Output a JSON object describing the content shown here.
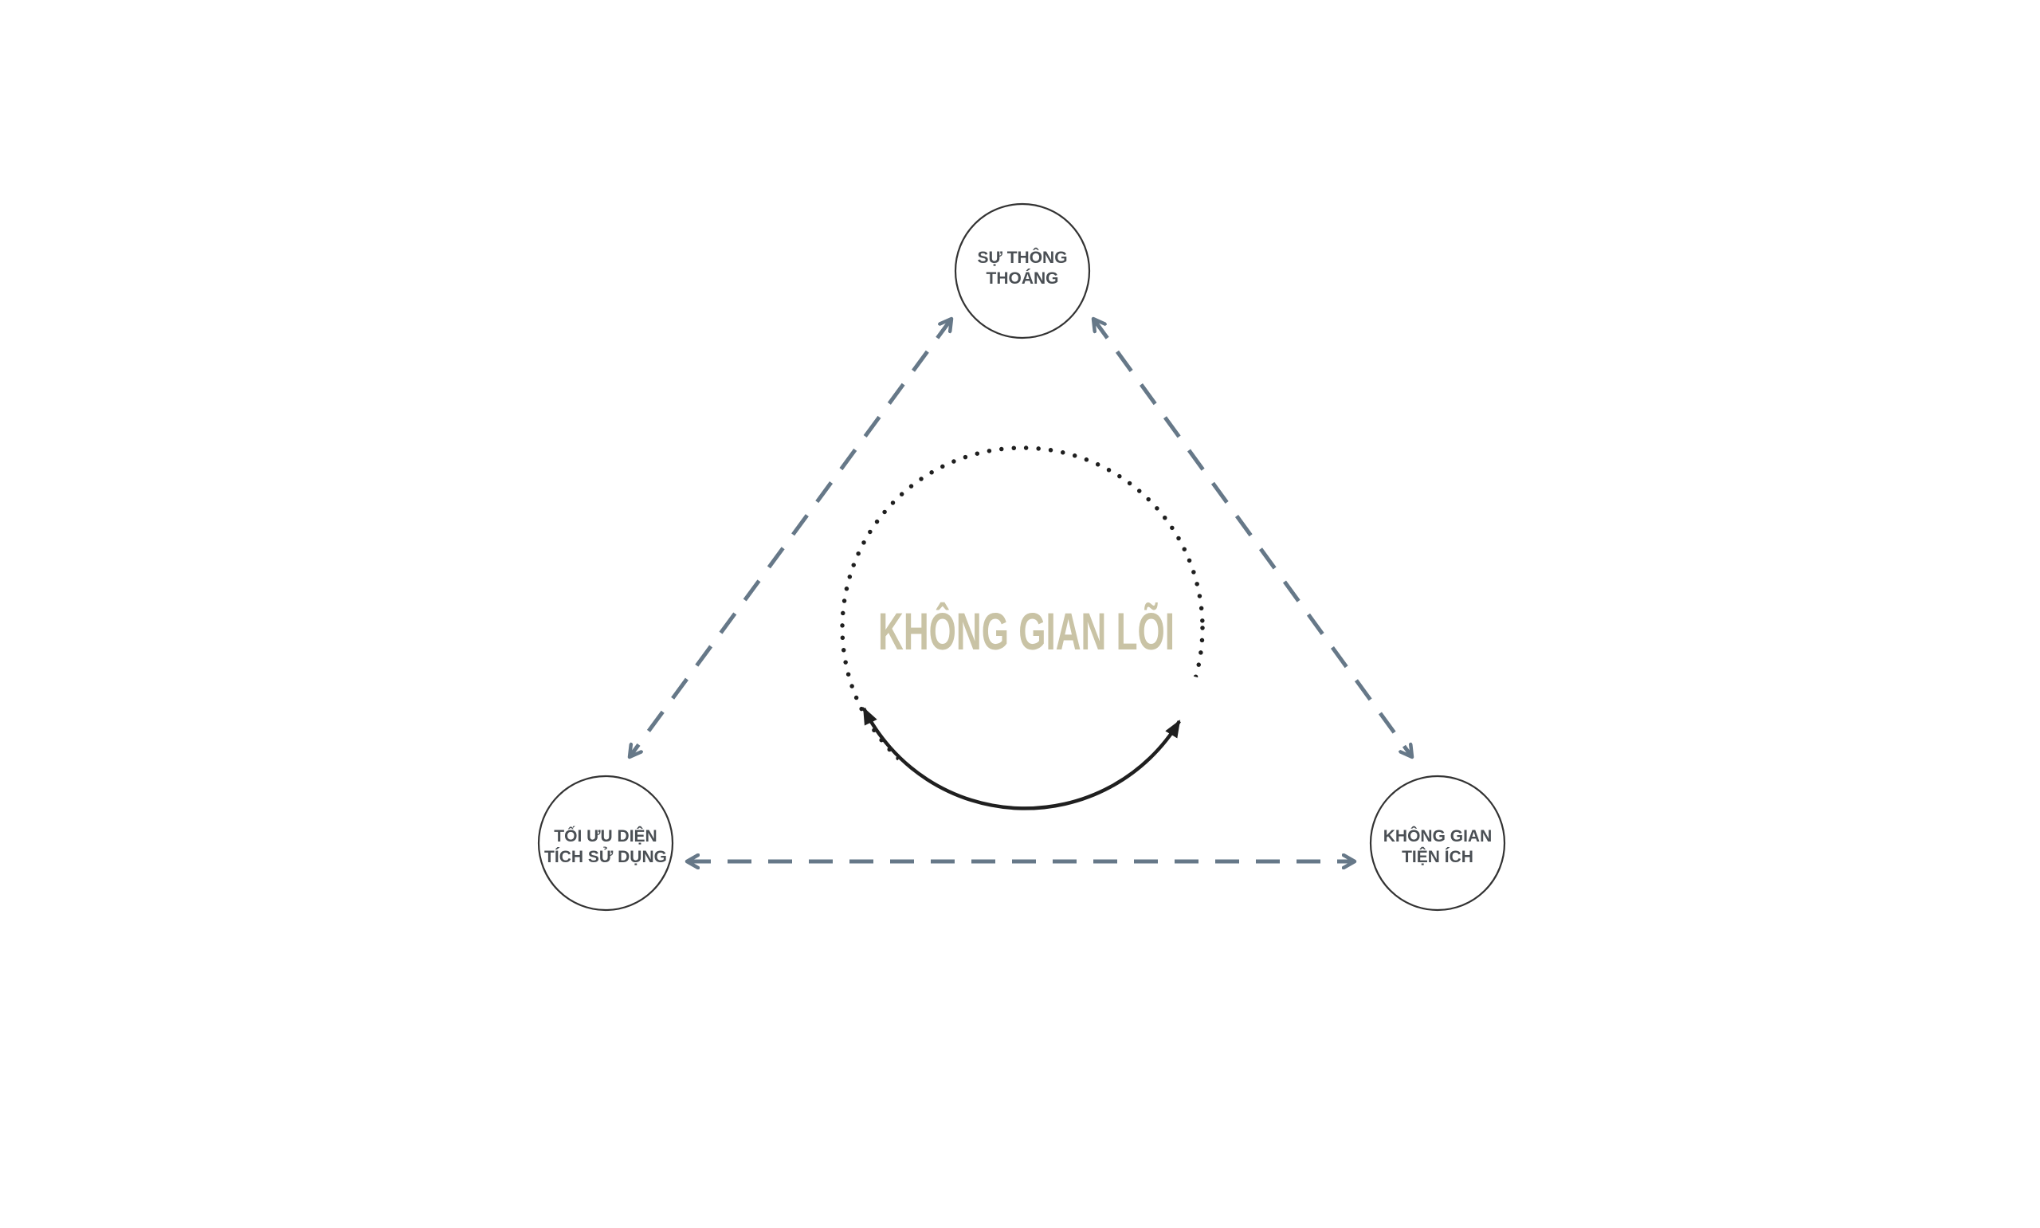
{
  "colors": {
    "background": "#ffffff",
    "node_stroke": "#333333",
    "node_text": "#4a4f54",
    "connector": "#667888",
    "core_text": "#c9c3a5",
    "dotted_ring": "#1f1f1f",
    "cycle_arrow": "#1f1f1f"
  },
  "nodes": {
    "top": {
      "line1": "SỰ THÔNG",
      "line2": "THOÁNG"
    },
    "left": {
      "line1": "TỐI ƯU DIỆN",
      "line2": "TÍCH SỬ DỤNG"
    },
    "right": {
      "line1": "KHÔNG GIAN",
      "line2": "TIỆN ÍCH"
    }
  },
  "core": {
    "label": "KHÔNG GIAN LÕI"
  },
  "icons": {
    "connectors": "double-headed-dashed-arrow",
    "cycle": "curved-double-headed-arrow"
  }
}
